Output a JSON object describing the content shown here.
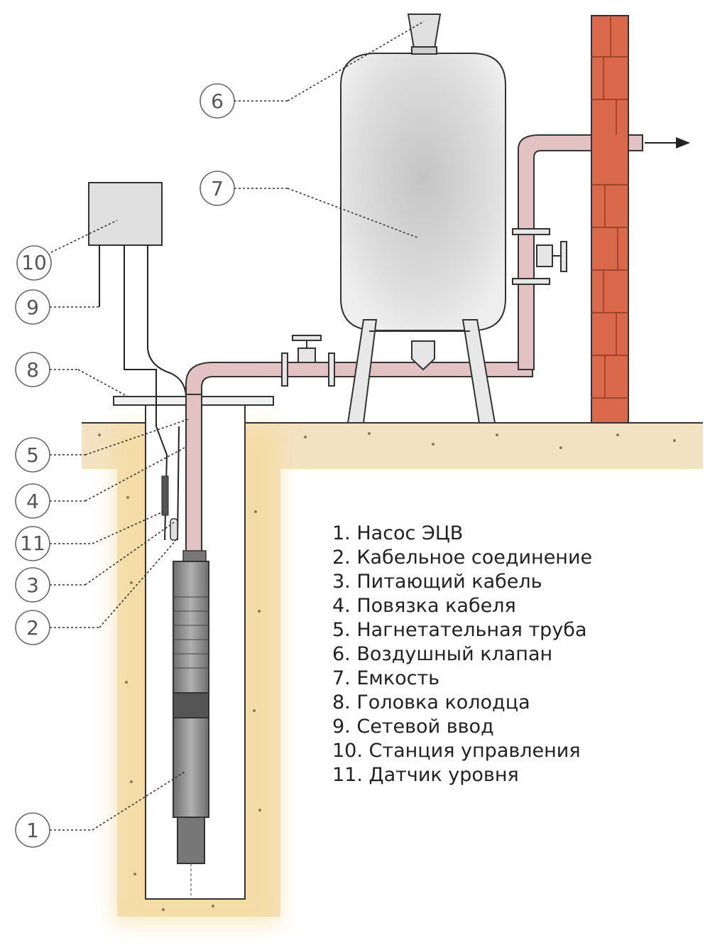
{
  "callouts": [
    "1",
    "2",
    "3",
    "4",
    "5",
    "6",
    "7",
    "8",
    "9",
    "10",
    "11"
  ],
  "legend": [
    "1. Насос ЭЦВ",
    "2. Кабельное соединение",
    "3. Питающий кабель",
    "4. Повязка кабеля",
    "5. Нагнетательная труба",
    "6. Воздушный клапан",
    "7. Емкость",
    "8. Головка колодца",
    "9. Сетевой ввод",
    "10. Станция управления",
    "11. Датчик уровня"
  ],
  "colors": {
    "soil": "#f3e2c2",
    "soil_glow": "#f5d890",
    "pipe": "#d8b4b4",
    "brick": "#d9694a",
    "tank": "#d6d6d6",
    "pump": "#8a8a8a"
  }
}
